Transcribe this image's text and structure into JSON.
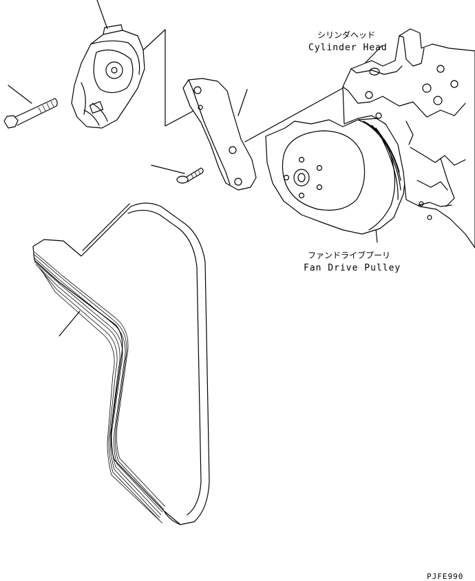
{
  "labels": {
    "cylinder_head_jp": "シリンダヘッド",
    "cylinder_head_en": "Cylinder Head",
    "fan_pulley_jp": "ファンドライブプーリ",
    "fan_pulley_en": "Fan Drive Pulley"
  },
  "drawing_code": "PJFE990"
}
